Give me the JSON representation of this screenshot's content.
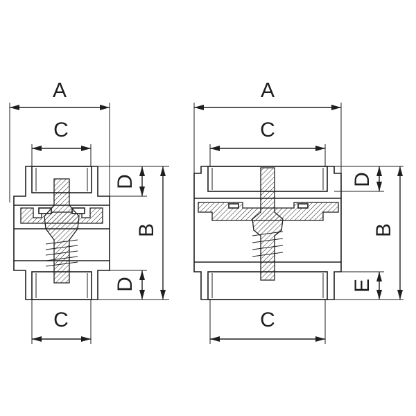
{
  "labels": {
    "a": "A",
    "b": "B",
    "c": "C",
    "d": "D",
    "e": "E"
  },
  "colors": {
    "line": "#1e1e1e",
    "background": "#ffffff"
  }
}
